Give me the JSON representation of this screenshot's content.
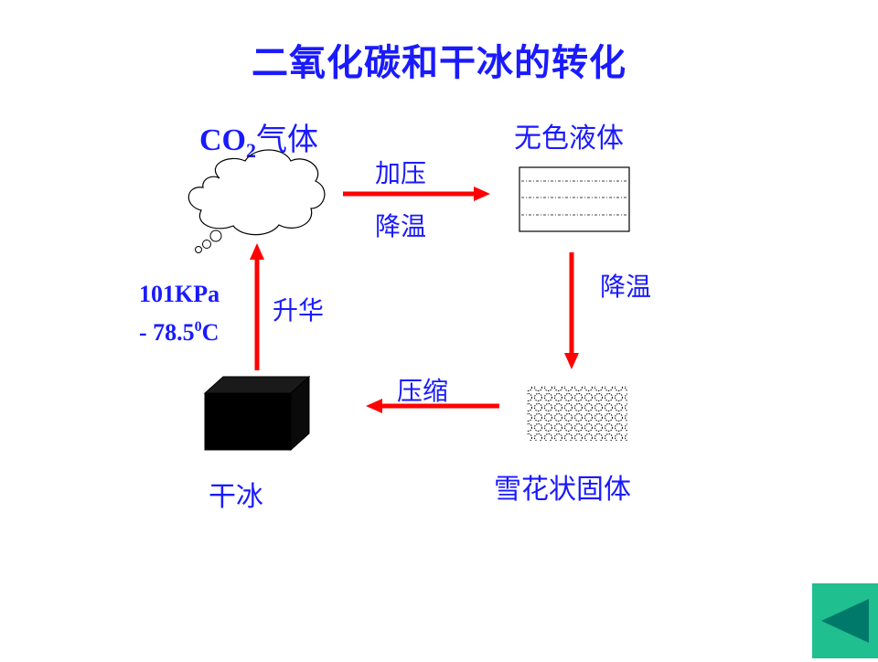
{
  "title": "二氧化碳和干冰的转化",
  "nodes": {
    "gas": {
      "formula": "CO",
      "subscript": "2",
      "suffix": "气体"
    },
    "liquid": "无色液体",
    "solid_snow": "雪花状固体",
    "dry_ice": "干冰"
  },
  "arrows": {
    "gas_to_liquid": {
      "top_label": "加压",
      "bottom_label": "降温"
    },
    "liquid_to_solid": {
      "label": "降温"
    },
    "solid_to_dryice": {
      "label": "压缩"
    },
    "dryice_to_gas": {
      "label": "升华"
    }
  },
  "conditions": {
    "pressure": "101KPa",
    "temp_prefix": "- 78.5",
    "temp_sup": "0",
    "temp_unit": "C"
  },
  "colors": {
    "text": "#1a1aff",
    "arrow": "#ff0000",
    "nav_button": "#1fbf8f",
    "nav_arrow": "#00796b"
  },
  "icons": {
    "cloud": "cloud-icon",
    "nav": "back-triangle-icon"
  }
}
